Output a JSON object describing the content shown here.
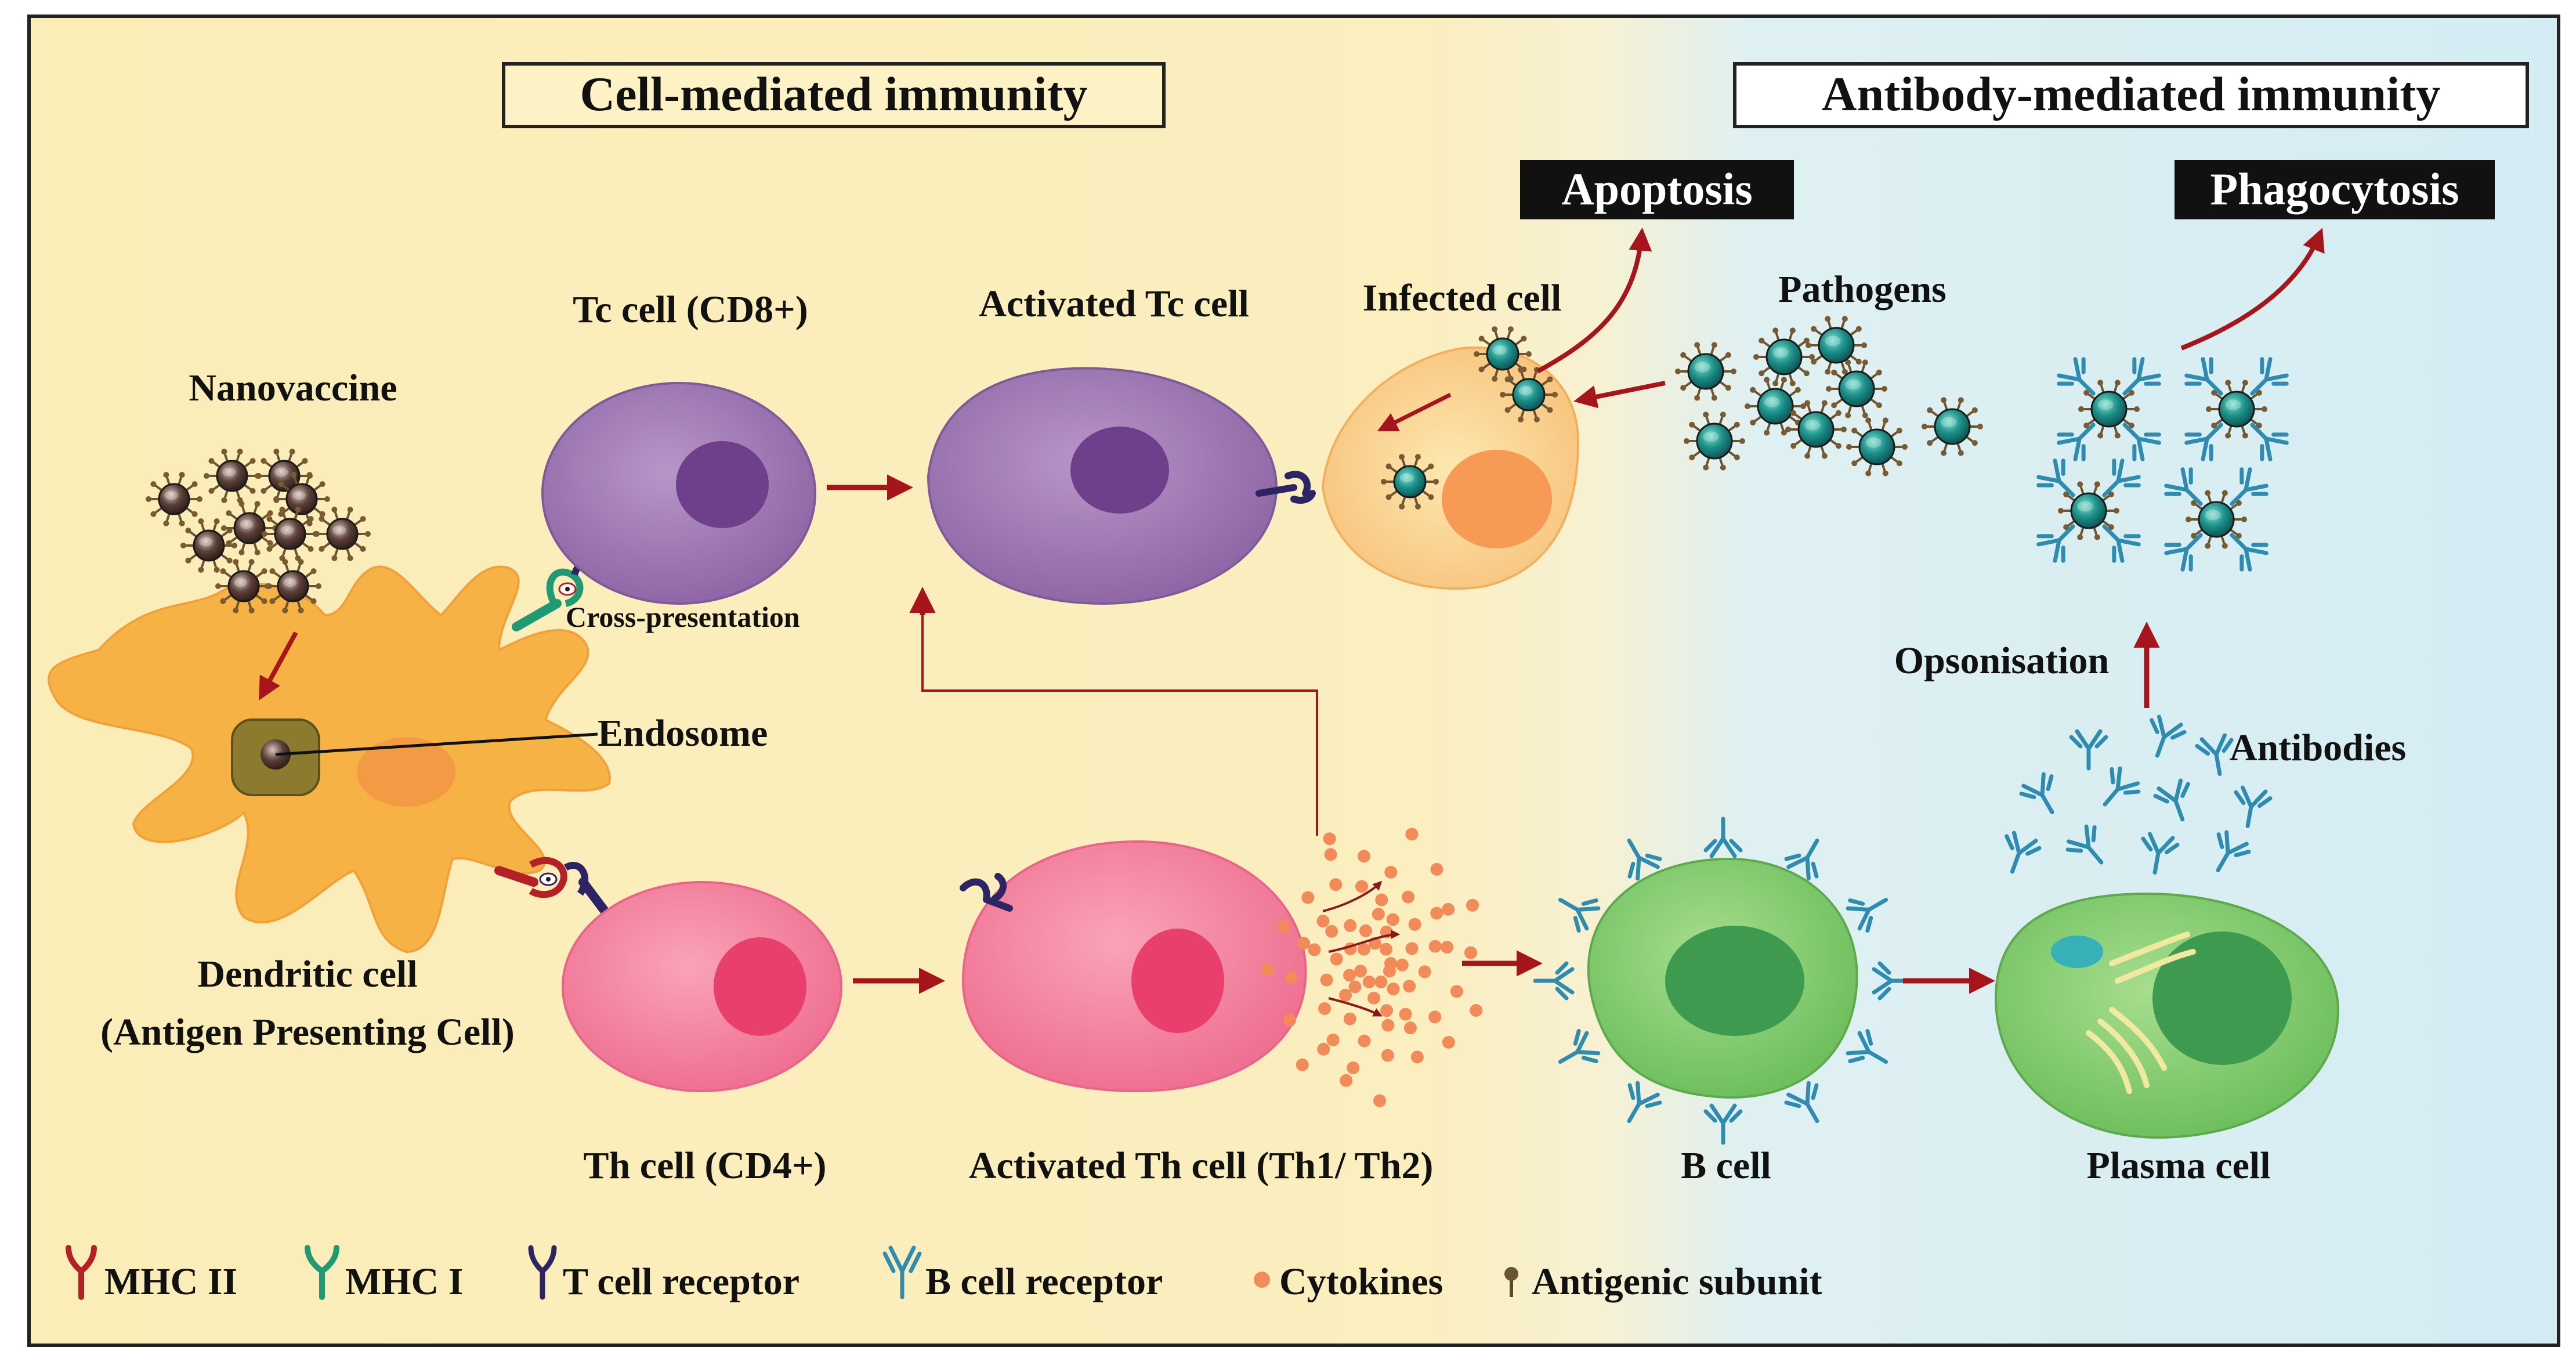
{
  "sections": {
    "cell_mediated": "Cell-mediated immunity",
    "antibody_mediated": "Antibody-mediated immunity"
  },
  "outcomes": {
    "apoptosis": "Apoptosis",
    "phagocytosis": "Phagocytosis"
  },
  "labels": {
    "nanovaccine": "Nanovaccine",
    "tc_cell": "Tc cell (CD8+)",
    "activated_tc": "Activated Tc cell",
    "infected_cell": "Infected cell",
    "pathogens": "Pathogens",
    "cross_presentation": "Cross-presentation",
    "endosome": "Endosome",
    "dendritic_1": "Dendritic cell",
    "dendritic_2": "(Antigen Presenting Cell)",
    "th_cell": "Th cell (CD4+)",
    "activated_th": "Activated Th cell (Th1/ Th2)",
    "b_cell": "B cell",
    "plasma_cell": "Plasma cell",
    "opsonisation": "Opsonisation",
    "antibodies": "Antibodies"
  },
  "legend": {
    "mhc2": "MHC II",
    "mhc1": "MHC I",
    "tcr": "T cell receptor",
    "bcr": "B cell receptor",
    "cytokines": "Cytokines",
    "antigenic": "Antigenic subunit"
  },
  "colors": {
    "left_bg": "#fbefbf",
    "right_bg": "#d6eef4",
    "arrow": "#a5151b",
    "tc_cell": "#a27bb5",
    "th_cell": "#f48aa2",
    "dendritic": "#f7b040",
    "b_cell": "#8fd17a",
    "pathogen": "#1f8a86",
    "antibody": "#2e8cb0",
    "mhc2": "#b42025",
    "mhc1": "#1f9a74",
    "tcr": "#2c2465",
    "cytokine": "#f28a5a"
  }
}
